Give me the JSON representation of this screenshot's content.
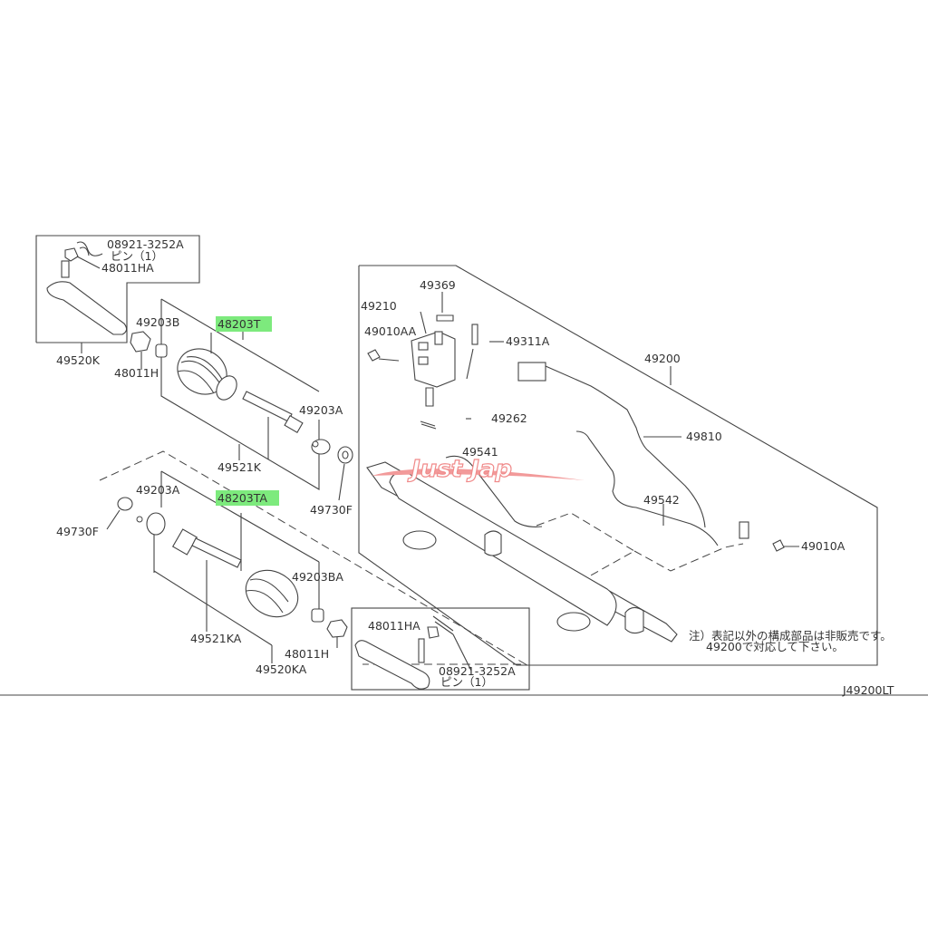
{
  "diagram_code": "J49200LT",
  "watermark": "Just Jap",
  "note": {
    "line1": "注）表記以外の構成部品は非販売です。",
    "line2": "49200で対応して下さい。"
  },
  "labels": {
    "pin_part_upper": "08921-3252A",
    "pin_upper": "ピン（1）",
    "nut_ha_upper": "48011HA",
    "tie_rod_end_k": "49520K",
    "boot_clamp_b": "49203B",
    "boot_kit_t": "48203T",
    "nut_h_upper": "48011H",
    "clamp_a_upper": "49203A",
    "inner_socket_k": "49521K",
    "washer_upper": "49730F",
    "clamp_a_lower": "49203A",
    "boot_kit_ta": "48203TA",
    "washer_lower": "49730F",
    "boot_clamp_ba": "49203BA",
    "inner_socket_ka": "49521KA",
    "nut_h_lower": "48011H",
    "tie_rod_end_ka": "49520KA",
    "nut_ha_lower": "48011HA",
    "pin_part_lower": "08921-3252A",
    "pin_lower": "ピン（1）",
    "plug": "49369",
    "valve_housing": "49210",
    "bolt_aa": "49010AA",
    "sensor_bolt": "49311A",
    "gear_assembly": "49200",
    "seal_ring": "49262",
    "tube_541": "49541",
    "tube_810": "49810",
    "tube_542": "49542",
    "bolt_a": "49010A"
  },
  "highlight_color": "#7dea7d"
}
